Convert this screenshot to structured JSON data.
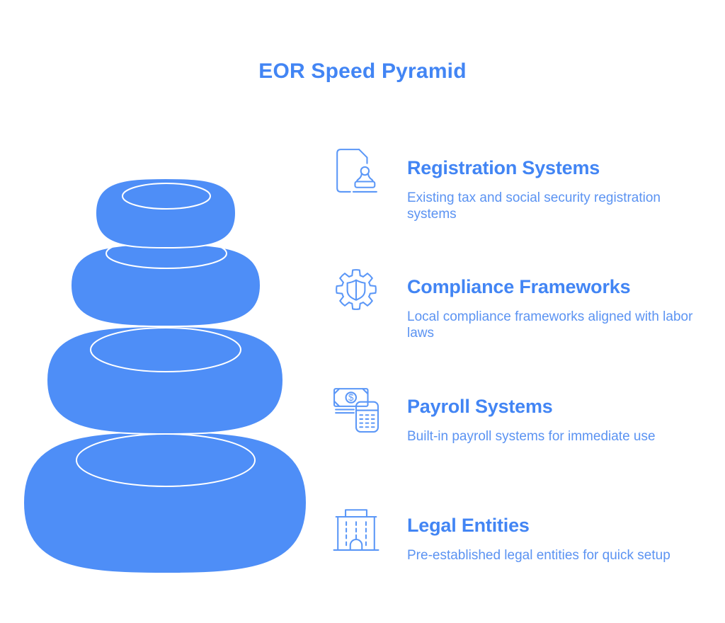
{
  "title": "EOR Speed Pyramid",
  "colors": {
    "stone_fill": "#4e8ef7",
    "stone_outline": "#ffffff",
    "heading_text": "#4285f4",
    "description_text": "#5b93f2",
    "icon_stroke": "#5b97f7",
    "background": "#ffffff"
  },
  "pyramid": {
    "type": "stacked-stones",
    "levels": 4,
    "levels_top_to_bottom": [
      "Registration Systems",
      "Compliance Frameworks",
      "Payroll Systems",
      "Legal Entities"
    ]
  },
  "items": [
    {
      "icon": "document-stamp-icon",
      "title": "Registration Systems",
      "description": "Existing tax and social security registration systems"
    },
    {
      "icon": "gear-shield-icon",
      "title": "Compliance Frameworks",
      "description": "Local compliance frameworks aligned with labor laws"
    },
    {
      "icon": "money-calculator-icon",
      "title": "Payroll Systems",
      "description": "Built-in payroll systems for immediate use"
    },
    {
      "icon": "building-icon",
      "title": "Legal Entities",
      "description": "Pre-established legal entities for quick setup"
    }
  ],
  "payroll_icon": {
    "currency_symbol": "$"
  }
}
